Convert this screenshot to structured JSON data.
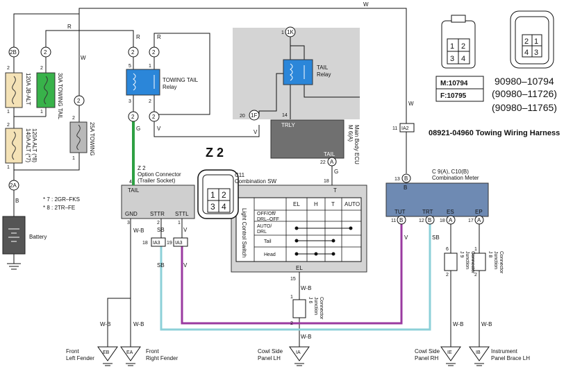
{
  "header": {
    "harness_title": "08921-04960 Towing Wiring Harness",
    "connector_section_label": "Z 2",
    "part_numbers": [
      "90980–10794",
      "(90980–11726)",
      "(90980–11765)"
    ],
    "male_label": "M:10794",
    "female_label": "F:10795"
  },
  "connector_pins": {
    "small": [
      "1",
      "2",
      "3",
      "4"
    ],
    "large": [
      "2",
      "1",
      "4",
      "3"
    ],
    "z2": [
      "1",
      "2",
      "3",
      "4"
    ]
  },
  "wire_colors": {
    "w": "W",
    "r": "R",
    "g": "G",
    "v": "V",
    "sb": "SB",
    "wb": "W-B",
    "b": "B"
  },
  "fuses": {
    "jb_alt": "120A JB-ALT",
    "towing_tail": "30A TOWING TAIL",
    "alt": "140A ALT (*7)\n120A ALT (*8)",
    "alt_l1": "140A ALT (*7)",
    "alt_l2": "120A ALT (*8)",
    "towing": "25A TOWING"
  },
  "notes": {
    "n7": "* 7 : 2GR–FKS",
    "n8": "* 8 : 2TR–FE"
  },
  "battery_label": "Battery",
  "relays": {
    "towing_tail_l1": "TOWING TAIL",
    "towing_tail_l2": "Relay",
    "tail_l1": "TAIL",
    "tail_l2": "Relay"
  },
  "connectors": {
    "c2b": "2B",
    "c2a": "2A",
    "c2": "2",
    "c1k": "1K",
    "c1f": "1F",
    "cA": "A",
    "cB": "B",
    "ia2": "IA2",
    "ia3": "IA3"
  },
  "pins": {
    "p1": "1",
    "p2": "2",
    "p3": "3",
    "p4": "4",
    "p5": "5",
    "p6": "6",
    "p11": "11",
    "p12": "12",
    "p13": "13",
    "p14": "14",
    "p15": "15",
    "p17": "17",
    "p18": "18",
    "p19": "19",
    "p20": "20",
    "p22": "22"
  },
  "ecu": {
    "l1": "M 6(A)",
    "l2": "Main Body ECU",
    "trly": "TRLY",
    "tail": "TAIL"
  },
  "option_connector": {
    "l1": "Z 2",
    "l2": "Option Connector",
    "l3": "(Trailer Socket)",
    "tail": "TAIL",
    "gnd": "GND",
    "sttr": "STTR",
    "sttl": "STTL"
  },
  "combination_sw": {
    "title": "C11",
    "subtitle": "Combination SW",
    "t_pin": "T",
    "el_pin": "EL",
    "side_label": "Light Control Switch",
    "cols": [
      "EL",
      "H",
      "T",
      "AUTO"
    ],
    "rows": [
      "OFF/Off/ DRL–OFF",
      "AUTO/ DRL",
      "Tail",
      "Head"
    ],
    "rows_l1": [
      "OFF/Off/",
      "AUTO/",
      "Tail",
      "Head"
    ],
    "rows_l2": [
      "DRL–OFF",
      "DRL",
      "",
      ""
    ]
  },
  "combination_meter": {
    "l1": "C 9(A), C10(B)",
    "l2": "Combination Meter",
    "b": "B",
    "tut": "TUT",
    "trt": "TRT",
    "es": "ES",
    "ep": "EP"
  },
  "junctions": {
    "j6_l1": "J 6",
    "j6_l2": "Junction",
    "j6_l3": "Connector",
    "j9_l1": "J 9",
    "j9_l2": "Junction",
    "j9_l3": "Connector",
    "j8_l1": "J 8",
    "j8_l2": "Junction",
    "j8_l3": "Connector"
  },
  "grounds": [
    {
      "code": "EB",
      "label_l1": "Front",
      "label_l2": "Left Fender"
    },
    {
      "code": "EA",
      "label_l1": "Front",
      "label_l2": "Right Fender"
    },
    {
      "code": "IA",
      "label_l1": "Cowl Side",
      "label_l2": "Panel LH"
    },
    {
      "code": "IE",
      "label_l1": "Cowl Side",
      "label_l2": "Panel RH"
    },
    {
      "code": "IB",
      "label_l1": "Instrument",
      "label_l2": "Panel Brace LH"
    }
  ],
  "colors": {
    "green": "#2ea043",
    "blue": "#2b86d9",
    "grey_panel": "#d4d4d4",
    "dark_grey": "#707070",
    "meter_blue": "#6e8ab3",
    "purple": "#9a3aa0",
    "light_blue": "#8cd0d8",
    "fuse_tan": "#f4e2b6",
    "fuse_green": "#38b24a",
    "fuse_grey": "#b9b9b9"
  }
}
